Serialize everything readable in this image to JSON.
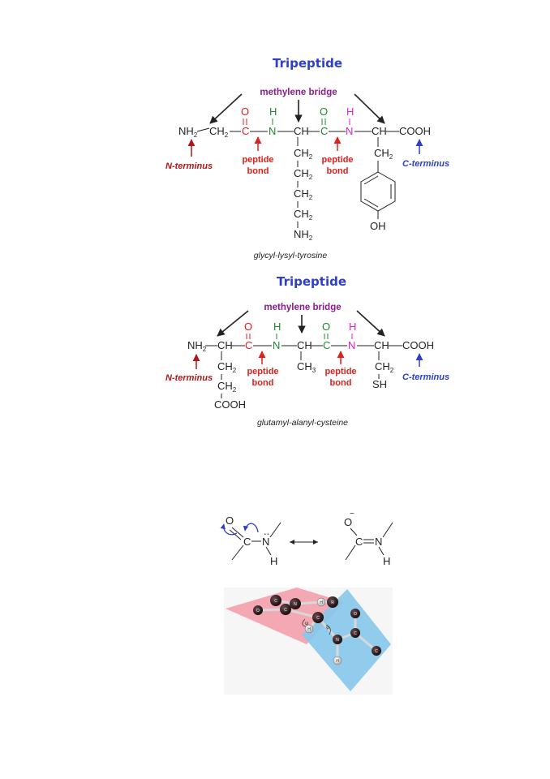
{
  "colors": {
    "title": "#2d3fc7",
    "bridge": "#8a1c8c",
    "red": "#e0201c",
    "dark_red": "#b01818",
    "green": "#1f8a2a",
    "magenta": "#e020d0",
    "blue": "#2d3fc7",
    "black": "#222222",
    "pink_plane": "#f39aa8",
    "blue_plane": "#86c8ec"
  },
  "panel1": {
    "title": "Tripeptide",
    "bridge_label": "methylene bridge",
    "n_terminus": "N-terminus",
    "c_terminus": "C-terminus",
    "peptide": "peptide",
    "bond": "bond",
    "nh2": "NH",
    "sub2": "2",
    "ch2": "CH",
    "c": "C",
    "o": "O",
    "n": "N",
    "h": "H",
    "ch": "CH",
    "cooh": "COOH",
    "oh": "OH",
    "caption": "glycyl-lysyl-tyrosine"
  },
  "panel2": {
    "title": "Tripeptide",
    "bridge_label": "methylene bridge",
    "n_terminus": "N-terminus",
    "c_terminus": "C-terminus",
    "peptide": "peptide",
    "bond": "bond",
    "nh2": "NH",
    "sub2": "2",
    "sub3": "3",
    "ch": "CH",
    "ch2": "CH",
    "c": "C",
    "o": "O",
    "n": "N",
    "h": "H",
    "cooh": "COOH",
    "sh": "SH",
    "caption": "glutamyl-alanyl-cysteine"
  },
  "resonance": {
    "o": "O",
    "minus": "−",
    "c": "C",
    "n": "N",
    "h": "H",
    "dots": "..",
    "equals": "="
  },
  "model": {
    "atoms": [
      "C",
      "N",
      "R",
      "O",
      "C",
      "H",
      "C",
      "H",
      "N",
      "C",
      "O",
      "H",
      "C"
    ],
    "greek": [
      "ψ",
      "φ"
    ]
  }
}
